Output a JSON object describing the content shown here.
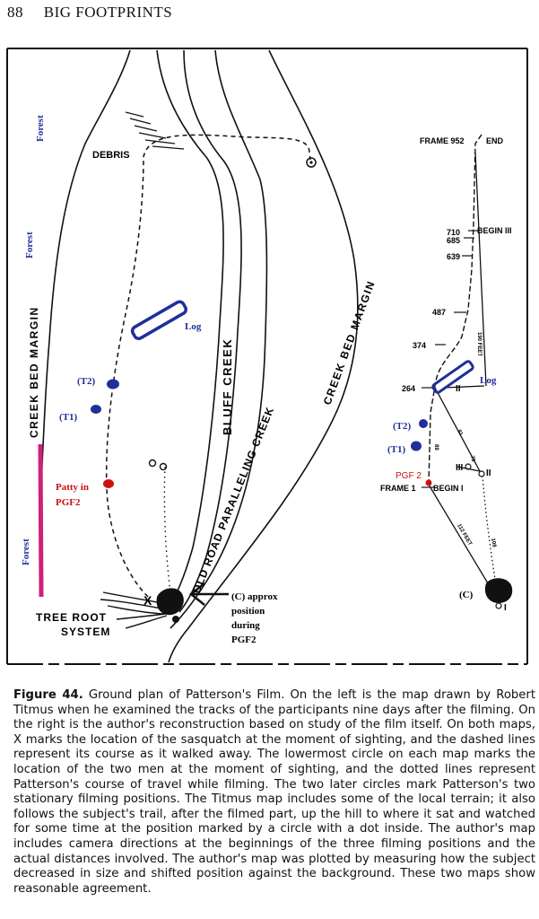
{
  "header": {
    "page_number": "88",
    "book_title": "BIG FOOTPRINTS"
  },
  "left_map": {
    "forest_top": "Forest",
    "forest_mid": "Forest",
    "forest_bottom": "Forest",
    "debris": "DEBRIS",
    "creek_bed_margin_left": "CREEK BED MARGIN",
    "creek_bed_margin_right": "CREEK BED MARGIN",
    "bluff_creek": "BLUFF CREEK",
    "old_road": "OLD ROAD PARALLELING CREEK",
    "log": "Log",
    "t2": "(T2)",
    "t1": "(T1)",
    "patty_line1": "Patty in",
    "patty_line2": "PGF2",
    "camera_line1": "(C) approx",
    "camera_line2": "position",
    "camera_line3": "during",
    "camera_line4": "PGF2",
    "tree_root_line1": "TREE ROOT",
    "tree_root_line2": "SYSTEM",
    "x_mark": "X"
  },
  "right_map": {
    "frame_952": "FRAME 952",
    "end": "END",
    "f710": "710",
    "f685": "685",
    "begin3": "BEGIN III",
    "f639": "639",
    "f487": "487",
    "f374": "374",
    "f264": "264",
    "log": "Log",
    "t2": "(T2)",
    "t1": "(T1)",
    "pgf2": "PGF 2",
    "frame1": "FRAME 1",
    "begin1": "BEGIN I",
    "c": "(C)",
    "roman1": "I",
    "roman2": "II",
    "roman3": "III",
    "roman2b": "II",
    "dist_190": "190 FEET",
    "dist_81": "81",
    "dist_89": "89",
    "dist_112": "112 FEET",
    "dist_108": "108",
    "dist_ul": "75"
  },
  "caption": {
    "figure_label": "Figure 44.",
    "text": " Ground plan of Patterson's Film. On the left is the map drawn by Robert Titmus when he examined the tracks of the participants nine days after the filming. On the right is the author's reconstruction based on study of the film itself. On both maps, X marks the location of the sasquatch at the moment of sighting, and the dashed lines represent its course as it walked away. The lowermost circle on each map marks the location of the two men at the moment of sighting, and the dotted lines represent Patterson's course of travel while filming. The two later circles mark Patterson's two stationary filming positions. The Titmus map includes some of the local terrain; it also follows the subject's trail, after the filmed part, up the hill to where it sat and watched for some time at the position marked by a circle with a dot inside. The author's map includes camera directions at the beginnings of the three filming positions and the actual distances involved. The author's map was plotted by measuring how the subject decreased in size and shifted position against the background. These two maps show reasonable agreement."
  },
  "colors": {
    "annotation_blue": "#1f2f9a",
    "annotation_red": "#cc1111",
    "magenta_line": "#d0207a"
  }
}
